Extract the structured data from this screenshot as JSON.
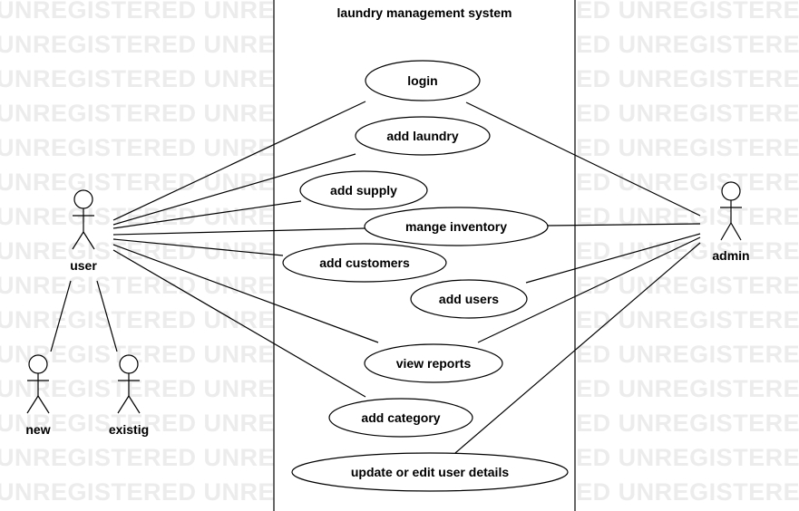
{
  "watermark": "UNREGISTERED",
  "system": {
    "title": "laundry management system"
  },
  "actors": {
    "user": "user",
    "admin": "admin",
    "new": "new",
    "existig": "existig"
  },
  "use_cases": {
    "login": "login",
    "add_laundry": "add laundry",
    "add_supply": "add supply",
    "mange_inventory": "mange inventory",
    "add_customers": "add customers",
    "add_users": "add users",
    "view_reports": "view reports",
    "add_category": "add category",
    "update_user_details": "update or edit user details"
  }
}
